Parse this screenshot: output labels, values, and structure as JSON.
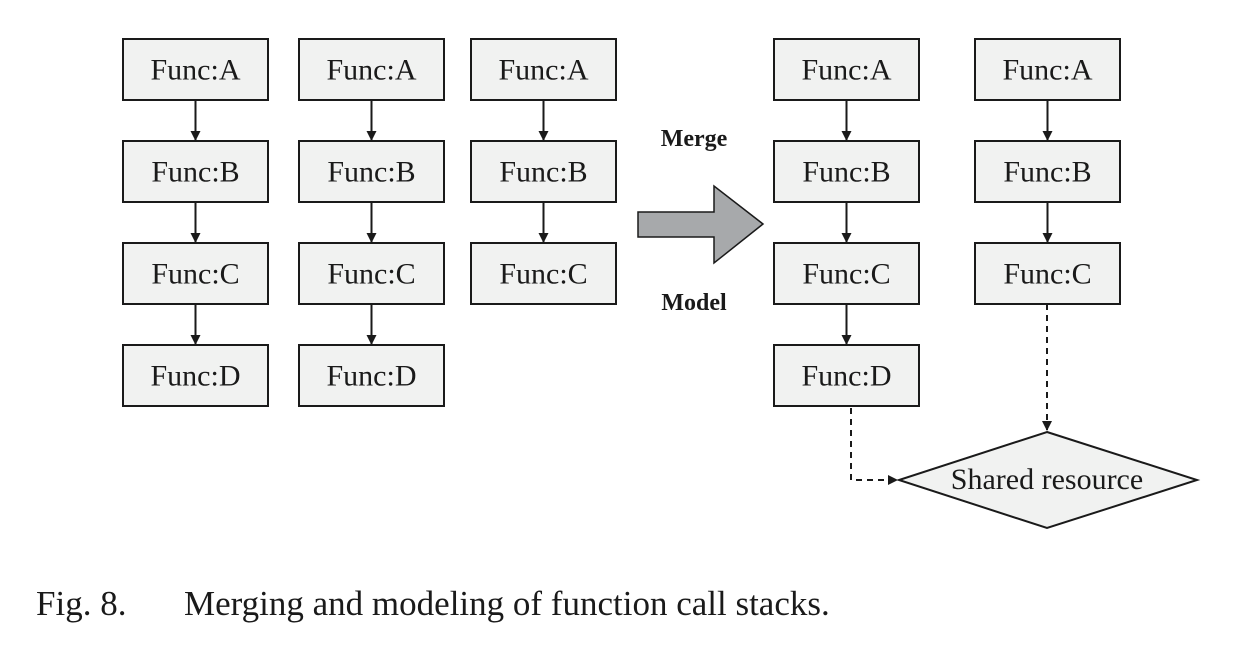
{
  "diagram": {
    "stacks_before": [
      [
        "Func:A",
        "Func:B",
        "Func:C",
        "Func:D"
      ],
      [
        "Func:A",
        "Func:B",
        "Func:C",
        "Func:D"
      ],
      [
        "Func:A",
        "Func:B",
        "Func:C"
      ]
    ],
    "arrow_label_top": "Merge",
    "arrow_label_bottom": "Model",
    "stacks_after": [
      [
        "Func:A",
        "Func:B",
        "Func:C",
        "Func:D"
      ],
      [
        "Func:A",
        "Func:B",
        "Func:C"
      ]
    ],
    "shared_resource": "Shared resource",
    "colors": {
      "box_fill": "#f1f2f1",
      "stroke": "#1a1a1a",
      "big_arrow_fill": "#a7a9ab"
    }
  },
  "caption": {
    "number": "Fig. 8.",
    "text": "Merging and modeling of function call stacks."
  }
}
